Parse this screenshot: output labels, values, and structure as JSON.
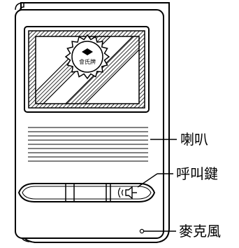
{
  "device": {
    "logo_text": "會氏牌",
    "brand_mark": "stylized-emblem"
  },
  "callouts": {
    "speaker": "喇叭",
    "call_button": "呼叫鍵",
    "microphone": "麥克風"
  },
  "icons": {
    "call_button_icon": "speaker-with-sound-waves-icon"
  },
  "colors": {
    "line": "#000000",
    "background": "#ffffff"
  }
}
